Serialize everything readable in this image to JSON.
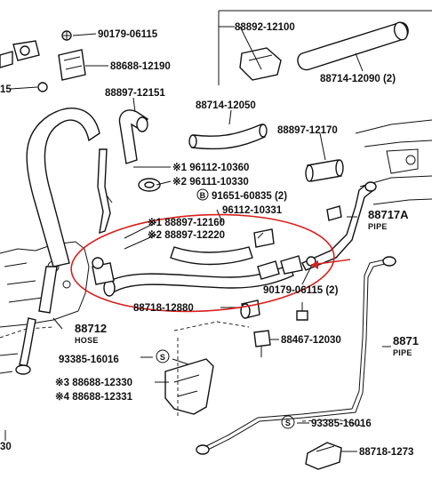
{
  "labels": {
    "p1": "90179-06115",
    "p2": "88892-12100",
    "p3": "88688-12190",
    "p4": "15",
    "p5": "88714-12090 (2)",
    "p6": "88897-12151",
    "p7": "88714-12050",
    "p8": "88897-12170",
    "p9": "※1 96112-10360",
    "p10": "※2 96111-10330",
    "p11": "91651-60835 (2)",
    "p12": "96112-10331",
    "p13": "※1 88897-12160",
    "p14": "※2 88897-12220",
    "p15": "88717A",
    "p15b": "PIPE",
    "p16": "90179-06115 (2)",
    "p17": "88718-12880",
    "p18": "88712",
    "p18b": "HOSE",
    "p19": "88467-12030",
    "p20": "93385-16016",
    "p21": "※3 88688-12330",
    "p22": "※4 88688-12331",
    "p23": "8871",
    "p23b": "PIPE",
    "p24": "93385-16016",
    "p25": "88718-1273",
    "p26": "30"
  },
  "symbols": {
    "b": "B",
    "s": "S"
  },
  "colors": {
    "ink": "#111111",
    "highlight": "#d8201c"
  }
}
